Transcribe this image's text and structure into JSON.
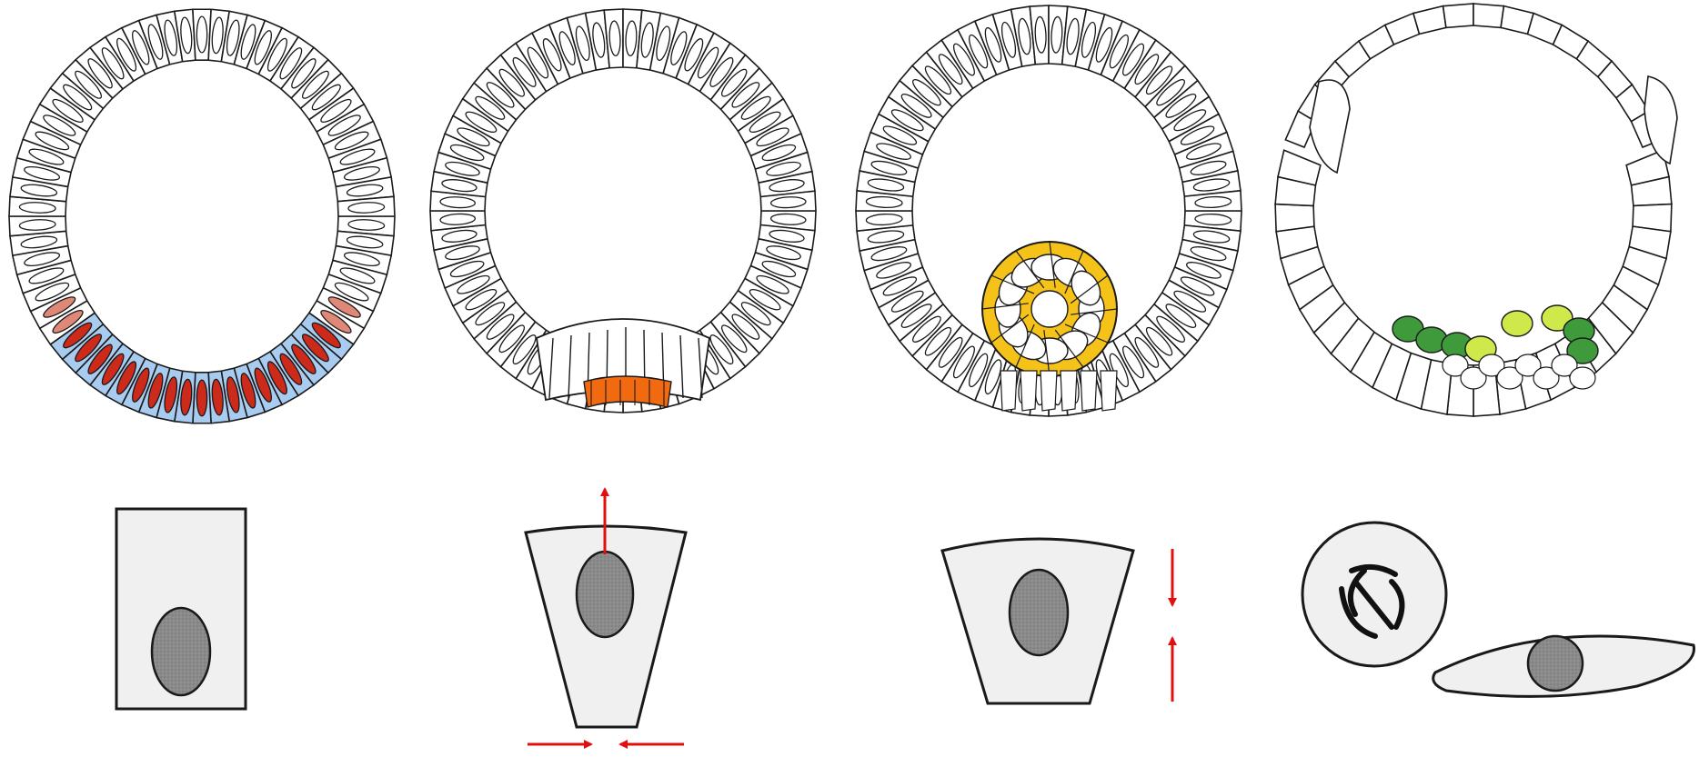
{
  "figure": {
    "panels": [
      {
        "stage": 1,
        "embryo": "epithelial-sphere",
        "highlight": [
          "bottom-cells-blue",
          "nuclei-red"
        ],
        "cell_shape": "columnar",
        "arrows": "none"
      },
      {
        "stage": 2,
        "embryo": "vegetal-plate-bending",
        "highlight": [
          "apically-constricted-cells-orange"
        ],
        "cell_shape": "wedge-apical-constriction",
        "arrows": "apical-up-basal-in"
      },
      {
        "stage": 3,
        "embryo": "cell-cluster-ingressing",
        "highlight": [
          "ingressing-cluster-yellow"
        ],
        "cell_shape": "inverted-wedge-shortening",
        "arrows": "vertical-compression"
      },
      {
        "stage": 4,
        "embryo": "open-sphere-mesenchyme",
        "highlight": [
          "mesenchyme-cells-green"
        ],
        "cell_shape": "mitotic-round-and-flattened",
        "arrows": "none"
      }
    ]
  },
  "colors": {
    "outline": "#1a1a1a",
    "cell_fill": "#f0f0f0",
    "nucleus_fill": "#8a8a8a",
    "blue": "#a8ccf0",
    "red": "#cc2a1a",
    "pink": "#e08878",
    "orange": "#f26a0f",
    "yellow": "#f5c21a",
    "green_dark": "#3f9a3c",
    "green_light": "#cfe94a",
    "arrow": "#e01010"
  }
}
